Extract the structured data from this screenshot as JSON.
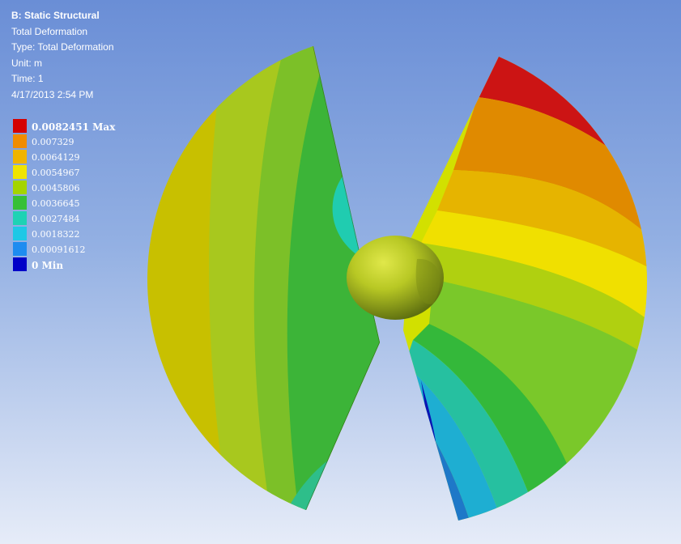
{
  "header": {
    "analysis": "B: Static Structural",
    "result": "Total Deformation",
    "type_line": "Type: Total Deformation",
    "unit_line": "Unit: m",
    "time_line": "Time: 1",
    "timestamp": "4/17/2013 2:54 PM"
  },
  "legend": {
    "entries": [
      {
        "label": "0.0082451 Max",
        "color": "#d40000",
        "bold": true
      },
      {
        "label": "0.007329",
        "color": "#f08c00"
      },
      {
        "label": "0.0064129",
        "color": "#f0b400"
      },
      {
        "label": "0.0054967",
        "color": "#f0e400"
      },
      {
        "label": "0.0045806",
        "color": "#a4d400"
      },
      {
        "label": "0.0036645",
        "color": "#36c036"
      },
      {
        "label": "0.0027484",
        "color": "#1ed2b4"
      },
      {
        "label": "0.0018322",
        "color": "#1ec8e6"
      },
      {
        "label": "0.00091612",
        "color": "#1e8cf0"
      },
      {
        "label": "0 Min",
        "color": "#0000c8",
        "bold": true
      }
    ]
  },
  "model": {
    "description_colors": {
      "hub": "#a8c020",
      "left_blade_outer": "#c8c000",
      "left_blade_mid": "#a0c828",
      "left_blade_inner": "#48b836",
      "right_blade_tip": "#c81414",
      "right_blade_low": "#1e78c8"
    }
  }
}
